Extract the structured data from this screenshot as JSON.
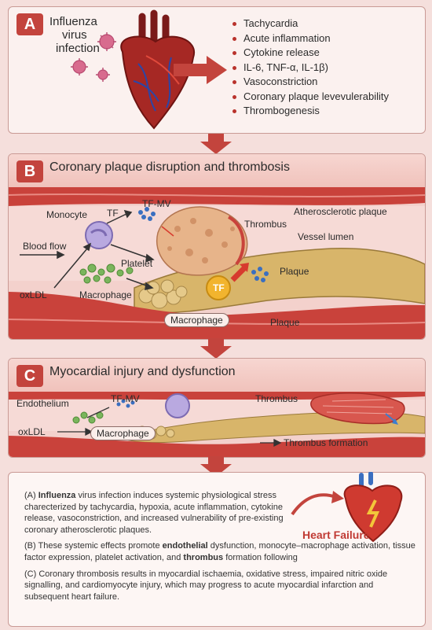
{
  "panel_a": {
    "badge": "A",
    "title_line1": "Influenza",
    "title_line2": "virus",
    "title_line3": "infection",
    "effects": [
      "Tachycardia",
      "Acute inflammation",
      "Cytokine release",
      "IL-6, TNF-α, IL-1β)",
      "Vasoconstriction",
      "Coronary plaque levevulerability",
      "Thrombogenesis"
    ]
  },
  "panel_b": {
    "badge": "B",
    "title": "Coronary plaque disruption and thrombosis",
    "labels": {
      "monocyte": "Monocyte",
      "tf": "TF",
      "tf_mv": "TF-MV",
      "thrombus": "Thrombus",
      "atherosclerotic_plaque": "Atherosclerotic plaque",
      "vessel_lumen": "Vessel lumen",
      "blood_flow": "Blood flow",
      "platelet": "Platelet",
      "oxldl": "oxLDL",
      "macrophage": "Macrophage",
      "macrophage_pill": "Macrophage",
      "plaque_upper": "Plaque",
      "plaque_lower": "Plaque",
      "tf_circle": "TF"
    }
  },
  "panel_c": {
    "badge": "C",
    "title": "Myocardial injury and dysfunction",
    "labels": {
      "endothelium": "Endothelium",
      "tf_mv": "TF-MV",
      "thrombus": "Thrombus",
      "oxldl": "oxLDL",
      "macrophage": "Macrophage",
      "thrombus_formation": "Thrombus formation"
    }
  },
  "summary": {
    "a_prefix": "(A) ",
    "a_bold": "Influenza",
    "a_text": " virus infection induces systemic physiological stress charecterized by tachycardia, hypoxia, acute inflammation, cytokine release, vasoconstriction, and increased vulnerability of pre-existing coronary atherosclerotic plaques.",
    "b_prefix": "(B) These systemic effects promote ",
    "b_bold1": "endothelial",
    "b_mid": " dysfunction, monocyte–macrophage activation, tissue factor expression, platelet activation, and ",
    "b_bold2": "thrombus",
    "b_suffix": " formation following",
    "c_text": "(C) Coronary thrombosis results in myocardial ischaemia, oxidative stress, impaired nitric oxide signalling, and cardiomyocyte injury, which may progress to acute myocardial infarction and subsequent heart failure.",
    "heart_failure": "Heart Failure"
  },
  "colors": {
    "accent": "#c3443d",
    "vessel_wall": "#d9544c",
    "plaque": "#d8b56a",
    "thrombus": "#e7b48a",
    "monocyte": "#b9a9e0",
    "platelet": "#7ab55c",
    "tf_mv": "#3b6fc0"
  }
}
